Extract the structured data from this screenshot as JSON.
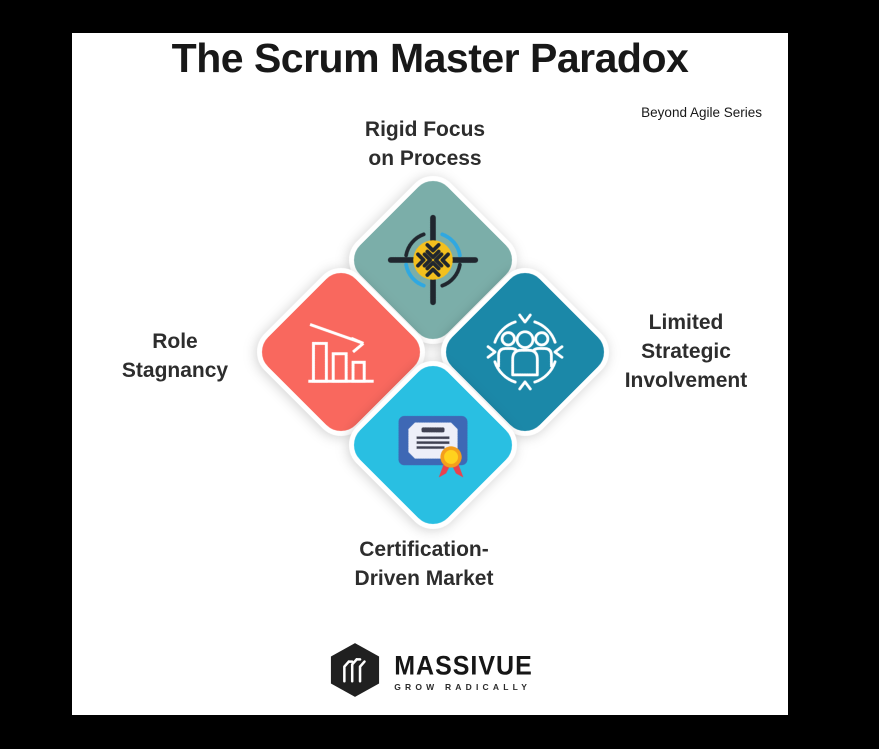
{
  "colors": {
    "canvas_bg": "#000000",
    "card_bg": "#ffffff",
    "title_text": "#181818",
    "label_text": "#2d2d2d",
    "tile_top": "#7BAEA9",
    "tile_left": "#F9685E",
    "tile_right": "#1B88A8",
    "tile_bottom": "#29BFE2",
    "icon_dark": "#20262E",
    "icon_gold": "#F4C01E",
    "icon_blue_arc": "#2FA8E1",
    "cert_frame": "#3E68B5",
    "cert_paper": "#EDEFF9",
    "cert_text": "#3F4152",
    "medal_ring": "#F49F1C",
    "medal_core": "#FFD21E",
    "ribbon": "#E8414D",
    "logo_bg": "#202020"
  },
  "header": {
    "title": "The Scrum Master Paradox",
    "series_label": "Beyond Agile Series"
  },
  "diagram": {
    "items": [
      {
        "id": "rigid-focus-on-process",
        "position": "top",
        "icon": "converge-target-icon",
        "lines": [
          "Rigid Focus",
          "on Process"
        ]
      },
      {
        "id": "role-stagnancy",
        "position": "left",
        "icon": "declining-bar-chart-icon",
        "lines": [
          "Role",
          "Stagnancy"
        ]
      },
      {
        "id": "limited-strategic-involvement",
        "position": "right",
        "icon": "team-cycle-icon",
        "lines": [
          "Limited",
          "Strategic",
          "Involvement"
        ]
      },
      {
        "id": "certification-driven-market",
        "position": "bottom",
        "icon": "certificate-icon",
        "lines": [
          "Certification-",
          "Driven Market"
        ]
      }
    ]
  },
  "footer": {
    "brand": "MASSIVUE",
    "tagline": "GROW RADICALLY"
  }
}
